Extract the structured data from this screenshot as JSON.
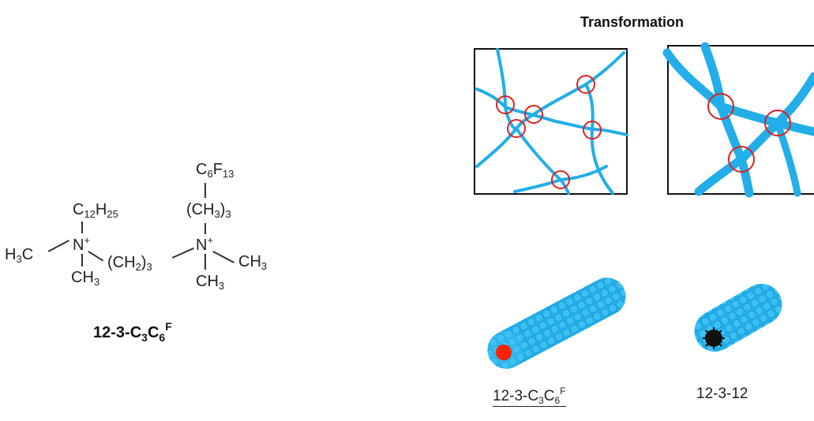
{
  "heading": "Transformation",
  "structure": {
    "top_group": {
      "base": "C",
      "sub1": "6",
      "mid": "F",
      "sub2": "13"
    },
    "left_chain": {
      "base": "C",
      "sub1": "12",
      "mid": "H",
      "sub2": "25"
    },
    "spacer_group": {
      "open": "(CH",
      "sub1": "3",
      "close": ")",
      "sub2": "3"
    },
    "left_methyl": {
      "pre": "H",
      "sub": "3",
      "post": "C"
    },
    "n_left": {
      "base": "N",
      "charge": "+"
    },
    "linker": {
      "open": "(CH",
      "sub1": "2",
      "close": ")",
      "sub2": "3"
    },
    "n_right": {
      "base": "N",
      "charge": "+"
    },
    "right_methyl": {
      "base": "CH",
      "sub": "3"
    },
    "bottom_methyl_left": {
      "base": "CH",
      "sub": "3"
    },
    "bottom_methyl_right": {
      "base": "CH",
      "sub": "3"
    }
  },
  "compound_name": {
    "prefix": "12-3-C",
    "sub1": "3",
    "mid": "C",
    "sub2": "6",
    "sup": "F"
  },
  "captions": {
    "left": {
      "prefix": "12-3-C",
      "sub1": "3",
      "mid": "C",
      "sub2": "6",
      "sup": "F"
    },
    "right": "12-3-12"
  },
  "colors": {
    "fiber": "#22aee8",
    "junction": "#e02020",
    "micelle": "#35b6ee",
    "core_left": "#ff2200",
    "core_right": "#111111"
  }
}
